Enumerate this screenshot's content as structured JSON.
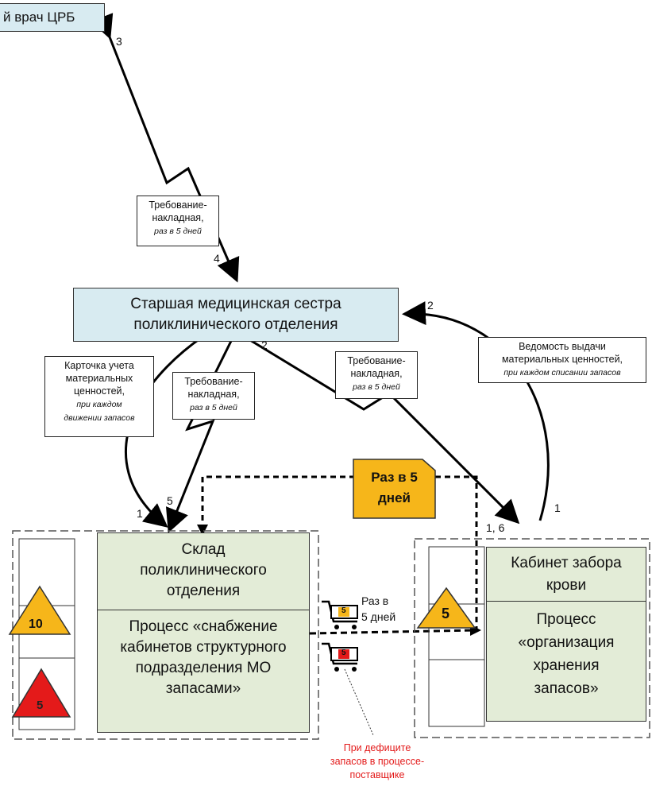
{
  "nodes": {
    "chief_doctor": "й врач ЦРБ",
    "senior_nurse_line1": "Старшая медицинская сестра",
    "senior_nurse_line2": "поликлинического отделения",
    "warehouse_title_line1": "Склад",
    "warehouse_title_line2": "поликлинического",
    "warehouse_title_line3": "отделения",
    "warehouse_process_line1": "Процесс «снабжение",
    "warehouse_process_line2": "кабинетов структурного",
    "warehouse_process_line3": "подразделения МО",
    "warehouse_process_line4": "запасами»",
    "cabinet_title_line1": "Кабинет забора",
    "cabinet_title_line2": "крови",
    "cabinet_process_line1": "Процесс",
    "cabinet_process_line2": "«организация",
    "cabinet_process_line3": "хранения",
    "cabinet_process_line4": "запасов»"
  },
  "labels": {
    "req_top_1": "Требование-",
    "req_top_2": "накладная,",
    "req_top_3": "раз в 5 дней",
    "card_1": "Карточка учета",
    "card_2": "материальных",
    "card_3": "ценностей,",
    "card_4": "при каждом",
    "card_5": "движении запасов",
    "req_mid_1": "Требование-",
    "req_mid_2": "накладная,",
    "req_mid_3": "раз в 5 дней",
    "req_right_1": "Требование-",
    "req_right_2": "накладная,",
    "req_right_3": "раз в 5 дней",
    "statement_1": "Ведомость выдачи",
    "statement_2": "материальных ценностей,",
    "statement_3": "при каждом списании запасов",
    "schedule_1": "Раз в 5",
    "schedule_2": "дней",
    "cart_1": "Раз в",
    "cart_2": "5 дней",
    "deficit_1": "При дефиците",
    "deficit_2": "запасов в процессе-",
    "deficit_3": "поставщике"
  },
  "numbers": {
    "n3": "3",
    "n4": "4",
    "n2a": "2",
    "n2b": "2",
    "n1a": "1",
    "n5": "5",
    "n16": "1, 6",
    "n1b": "1",
    "tri_10": "10",
    "tri_5_red": "5",
    "tri_5_cab": "5",
    "cart_yellow": "5",
    "cart_red": "5"
  },
  "colors": {
    "node_blue": "#d8ebf1",
    "node_green": "#e3ecd7",
    "triangle_yellow": "#f6b61a",
    "triangle_red": "#e41a1a",
    "deficit_text": "#e31b1b"
  }
}
